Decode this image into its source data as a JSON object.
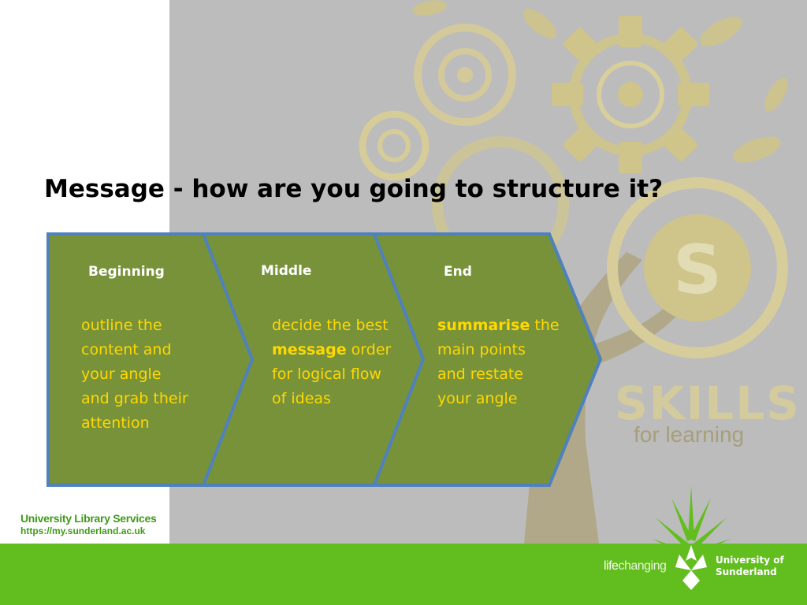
{
  "slide": {
    "title": "Message - how are you going to structure it?"
  },
  "stages": [
    {
      "heading": "Beginning",
      "body_lines": [
        "outline the",
        "content and",
        "your angle",
        "and grab their",
        "attention"
      ]
    },
    {
      "heading": "Middle",
      "body_lines": [
        "decide the best",
        "order",
        "for logical flow",
        "of ideas"
      ],
      "emphasis": "message"
    },
    {
      "heading": "End",
      "body_lines": [
        "the",
        "main points",
        "and restate",
        "your angle"
      ],
      "emphasis": "summarise"
    }
  ],
  "background_graphic": {
    "skills": "SKILLS",
    "subtitle": "for learning",
    "badge_letter": "S"
  },
  "footer": {
    "library_name": "University Library Services",
    "library_url": "https://my.sunderland.ac.uk",
    "tagline_part1": "life",
    "tagline_part2": "changing",
    "university_line1": "University of",
    "university_line2": "Sunderland"
  },
  "colors": {
    "chevron_fill": "#78923a",
    "chevron_border": "#4f81bd",
    "body_text": "#ffd800",
    "footer_green": "#62be1e",
    "background_grey": "#bcbcbc"
  }
}
